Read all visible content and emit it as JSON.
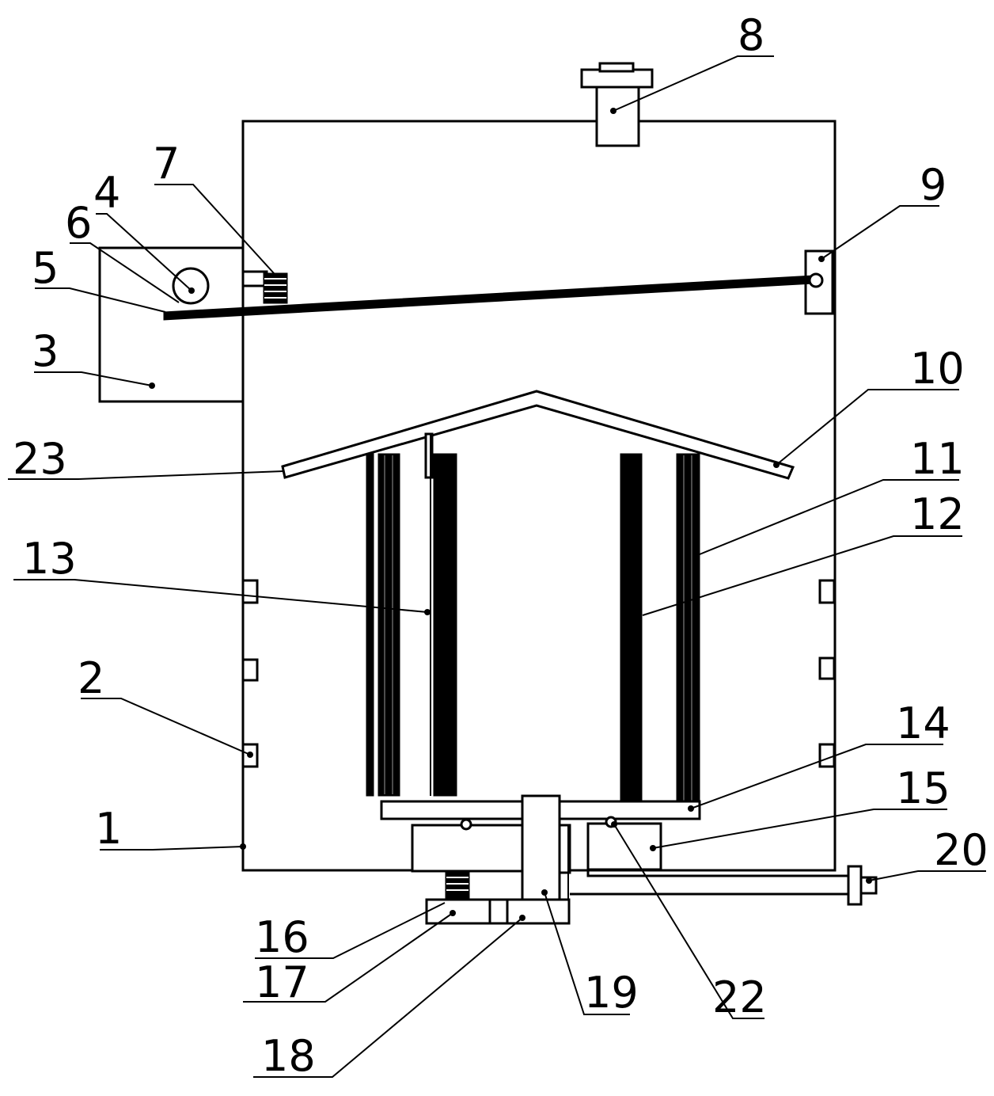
{
  "labels": [
    "1",
    "2",
    "3",
    "4",
    "5",
    "6",
    "7",
    "8",
    "9",
    "10",
    "11",
    "12",
    "13",
    "14",
    "15",
    "16",
    "17",
    "18",
    "19",
    "20",
    "22",
    "23"
  ]
}
